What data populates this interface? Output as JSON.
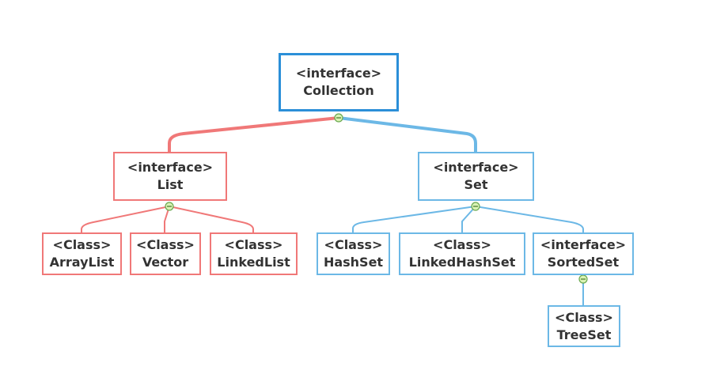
{
  "diagram": {
    "root": {
      "stereotype": "<interface>",
      "name": "Collection"
    },
    "list": {
      "stereotype": "<interface>",
      "name": "List"
    },
    "set": {
      "stereotype": "<interface>",
      "name": "Set"
    },
    "arraylist": {
      "stereotype": "<Class>",
      "name": "ArrayList"
    },
    "vector": {
      "stereotype": "<Class>",
      "name": "Vector"
    },
    "linkedlist": {
      "stereotype": "<Class>",
      "name": "LinkedList"
    },
    "hashset": {
      "stereotype": "<Class>",
      "name": "HashSet"
    },
    "linkedhashset": {
      "stereotype": "<Class>",
      "name": "LinkedHashSet"
    },
    "sortedset": {
      "stereotype": "<interface>",
      "name": "SortedSet"
    },
    "treeset": {
      "stereotype": "<Class>",
      "name": "TreeSet"
    }
  },
  "colors": {
    "root_border": "#2b8fd8",
    "list_branch": "#f07878",
    "set_branch": "#6cb8e6",
    "toggle_fill": "#d9f2b4",
    "toggle_stroke": "#6aa84f",
    "text": "#333333"
  },
  "icons": {
    "collapse_toggle": "minus-circle-icon"
  }
}
